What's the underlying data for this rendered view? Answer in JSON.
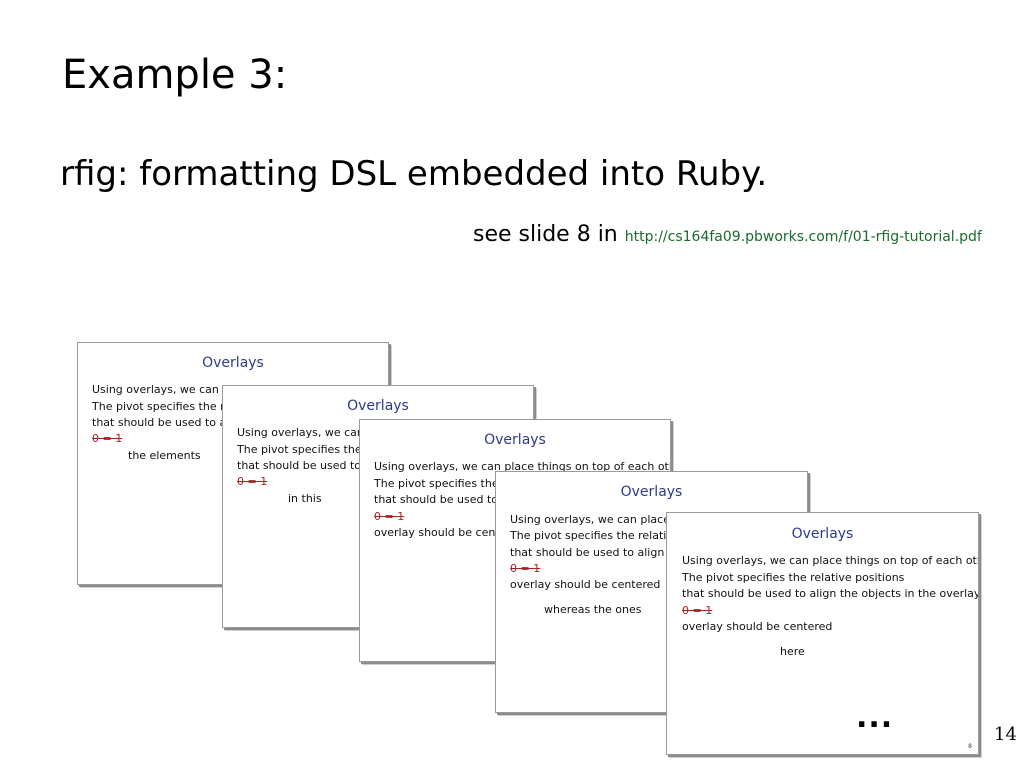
{
  "slide": {
    "title": "Example 3:",
    "subtitle": "rfig: formatting DSL embedded into Ruby.",
    "see_text": "see slide 8 in ",
    "link": "http://cs164fa09.pbworks.com/f/01-rfig-tutorial.pdf",
    "page_number": "14",
    "ellipsis": "..."
  },
  "thumbnails": {
    "t1": {
      "title": "Overlays",
      "line1": "Using overlays, we can pla",
      "line2": "The pivot specifies the rel",
      "line3": "that should be used to ali",
      "strike": "0 = 1",
      "note": "the elements"
    },
    "t2": {
      "title": "Overlays",
      "line1": "Using overlays, we can p",
      "line2": "The pivot specifies the r",
      "line3": "that should be used to a",
      "strike": "0 = 1",
      "note": "in this"
    },
    "t3": {
      "title": "Overlays",
      "line1": "Using overlays, we can place things on top of each other.",
      "line2": "The pivot specifies the r",
      "line3": "that should be used to a",
      "strike": "0 = 1",
      "line4": "overlay should be center"
    },
    "t4": {
      "title": "Overlays",
      "line1": "Using overlays, we can place th",
      "line2": "The pivot specifies the relative",
      "line3": "that should be used to align th",
      "strike": "0 = 1",
      "line4": "overlay should be centered",
      "note": "whereas the ones"
    },
    "t5": {
      "title": "Overlays",
      "line1": "Using overlays, we can place things on top of each other.",
      "line2": "The pivot specifies the relative positions",
      "line3": "that should be used to align the objects in the overlay.",
      "strike": "0 = 1",
      "line4": "overlay should be centered",
      "note": "here",
      "page": "8"
    }
  }
}
